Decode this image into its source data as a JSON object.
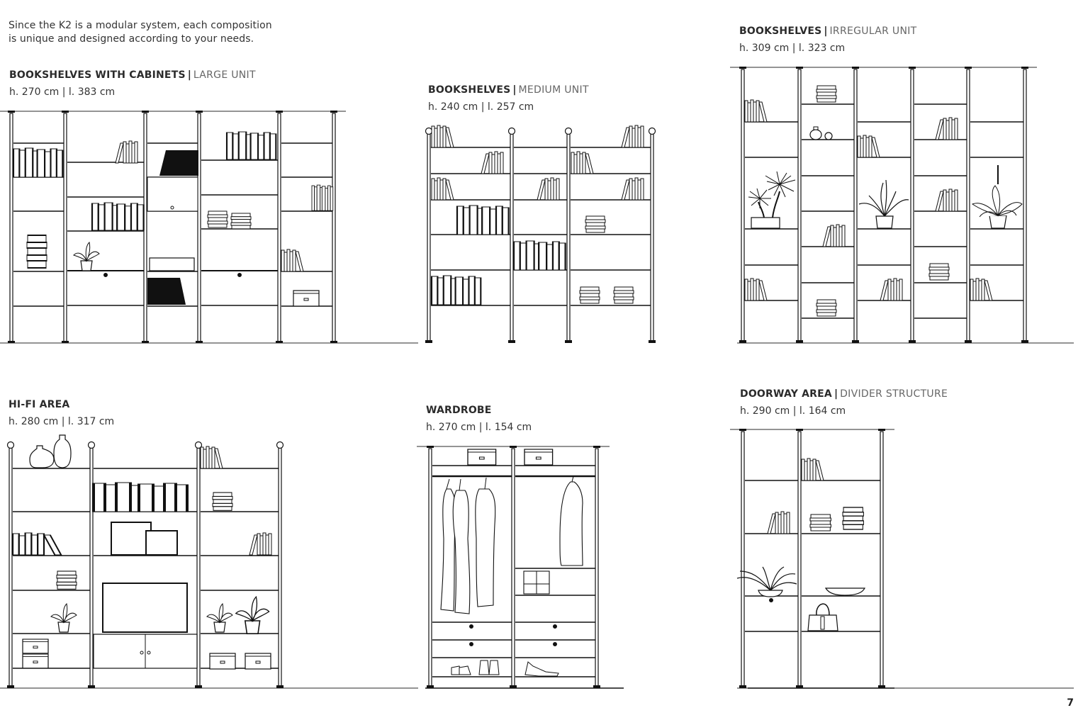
{
  "intro": {
    "line1": "Since the K2 is a modular system, each composition",
    "line2": "is unique and designed according to your needs."
  },
  "compositions": [
    {
      "id": "large-unit",
      "title": "BOOKSHELVES WITH CABINETS",
      "separator": "|",
      "subtitle": "LARGE UNIT",
      "dims": "h. 270 cm | l. 383 cm",
      "bays": 5
    },
    {
      "id": "medium-unit",
      "title": "BOOKSHELVES",
      "separator": "|",
      "subtitle": "MEDIUM UNIT",
      "dims": "h. 240 cm | l. 257 cm",
      "bays": 3
    },
    {
      "id": "irregular-unit",
      "title": "BOOKSHELVES",
      "separator": "|",
      "subtitle": "IRREGULAR UNIT",
      "dims": "h. 309 cm | l. 323 cm",
      "bays": 5
    },
    {
      "id": "hifi-area",
      "title": "HI-FI AREA",
      "separator": "",
      "subtitle": "",
      "dims": "h. 280 cm | l. 317 cm",
      "bays": 3
    },
    {
      "id": "wardrobe",
      "title": "WARDROBE",
      "separator": "",
      "subtitle": "",
      "dims": "h. 270 cm | l. 154 cm",
      "bays": 2
    },
    {
      "id": "doorway-area",
      "title": "DOORWAY AREA",
      "separator": "|",
      "subtitle": "DIVIDER STRUCTURE",
      "dims": "h. 290 cm | l. 164 cm",
      "bays": 2
    }
  ],
  "page_number": "7",
  "colors": {
    "ink": "#1a1a1a",
    "text": "#2b2b2b",
    "subtitle": "#666666",
    "floor": "#444444"
  }
}
